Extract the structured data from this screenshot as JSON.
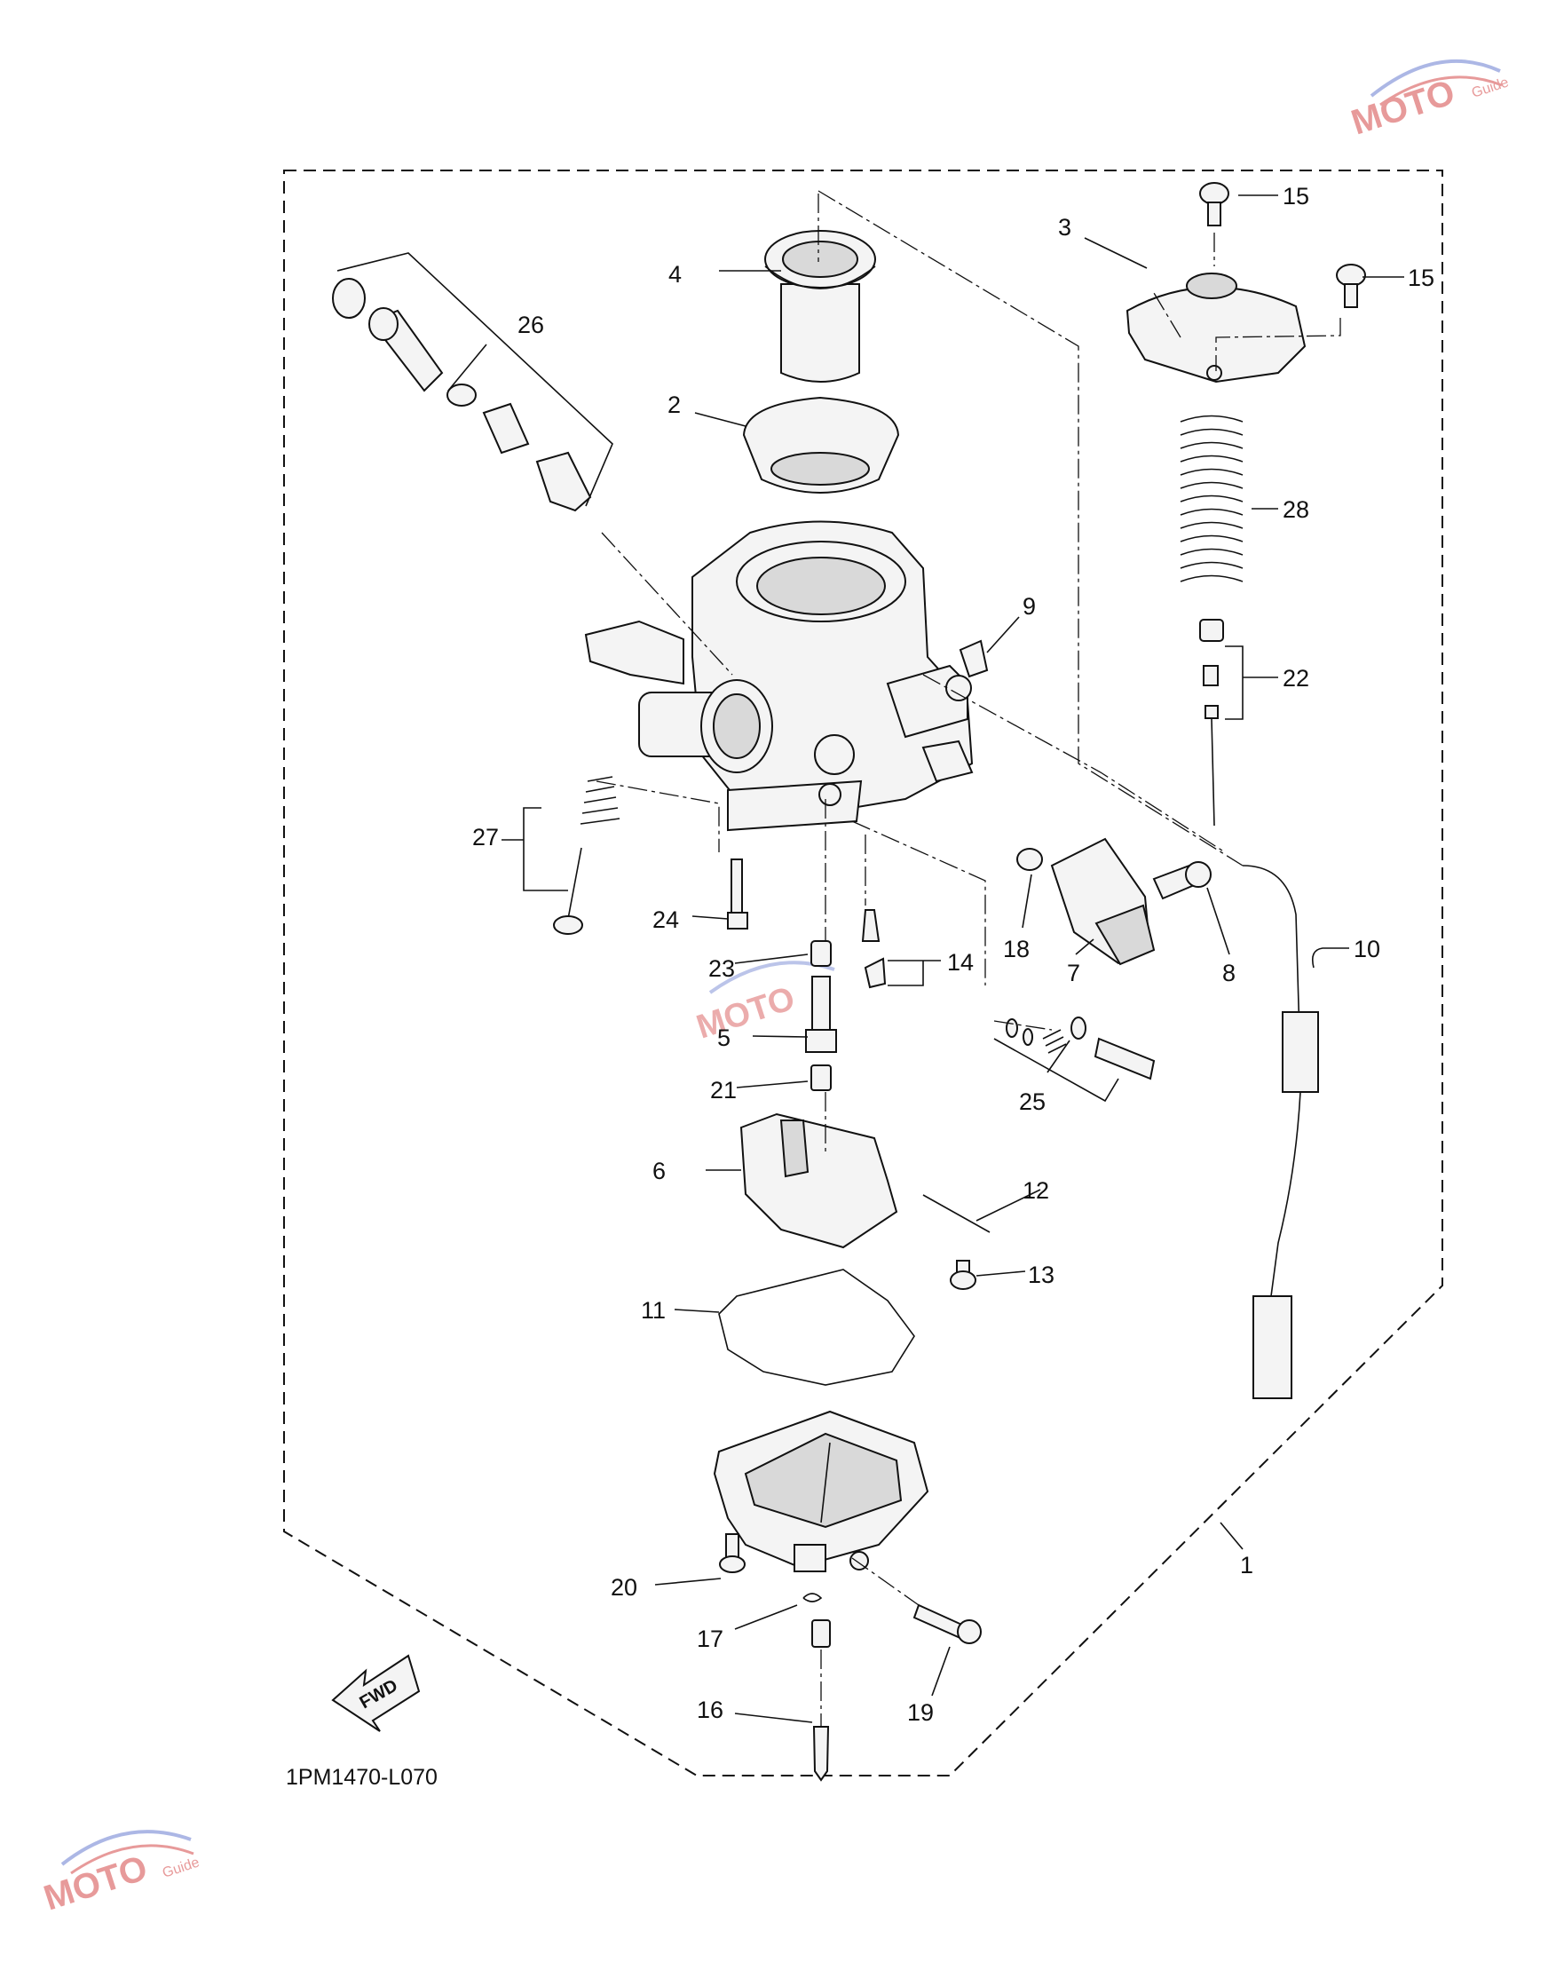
{
  "diagram": {
    "part_code": "1PM1470-L070",
    "fwd_arrow_text": "FWD",
    "watermark_text": [
      "MOTO",
      "Guide"
    ],
    "callouts": [
      "1",
      "2",
      "3",
      "4",
      "5",
      "6",
      "7",
      "8",
      "9",
      "10",
      "11",
      "12",
      "13",
      "14",
      "15",
      "15",
      "16",
      "17",
      "18",
      "19",
      "20",
      "21",
      "22",
      "23",
      "24",
      "25",
      "26",
      "27",
      "28"
    ]
  }
}
